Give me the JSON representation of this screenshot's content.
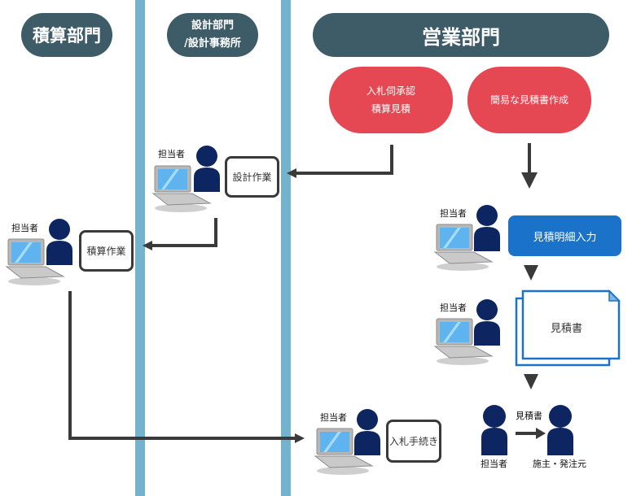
{
  "lanes": [
    {
      "id": "estimation",
      "title": "積算部門"
    },
    {
      "id": "design",
      "title_line1": "設計部門",
      "title_line2": "/設計事務所"
    },
    {
      "id": "sales",
      "title": "営業部門"
    }
  ],
  "sales_options": [
    {
      "line1": "入札伺承認",
      "line2": "積算見積"
    },
    {
      "line1": "簡易な見積書作成"
    }
  ],
  "person_label": "担当者",
  "tasks": {
    "design_work": "設計作業",
    "estimation_work": "積算作業",
    "bid_procedure": "入札手続き",
    "estimate_detail_input": "見積明細入力",
    "estimate_document": "見積書"
  },
  "handoff": {
    "from_label": "担当者",
    "item_label": "見積書",
    "to_label": "施主・発注元"
  },
  "colors": {
    "lane_header": "#3d5c68",
    "lane_divider": "#74b3cd",
    "option_pill": "#e54853",
    "input_box": "#1a72c9",
    "person": "#0d2560",
    "arrow": "#3a3a3a"
  }
}
